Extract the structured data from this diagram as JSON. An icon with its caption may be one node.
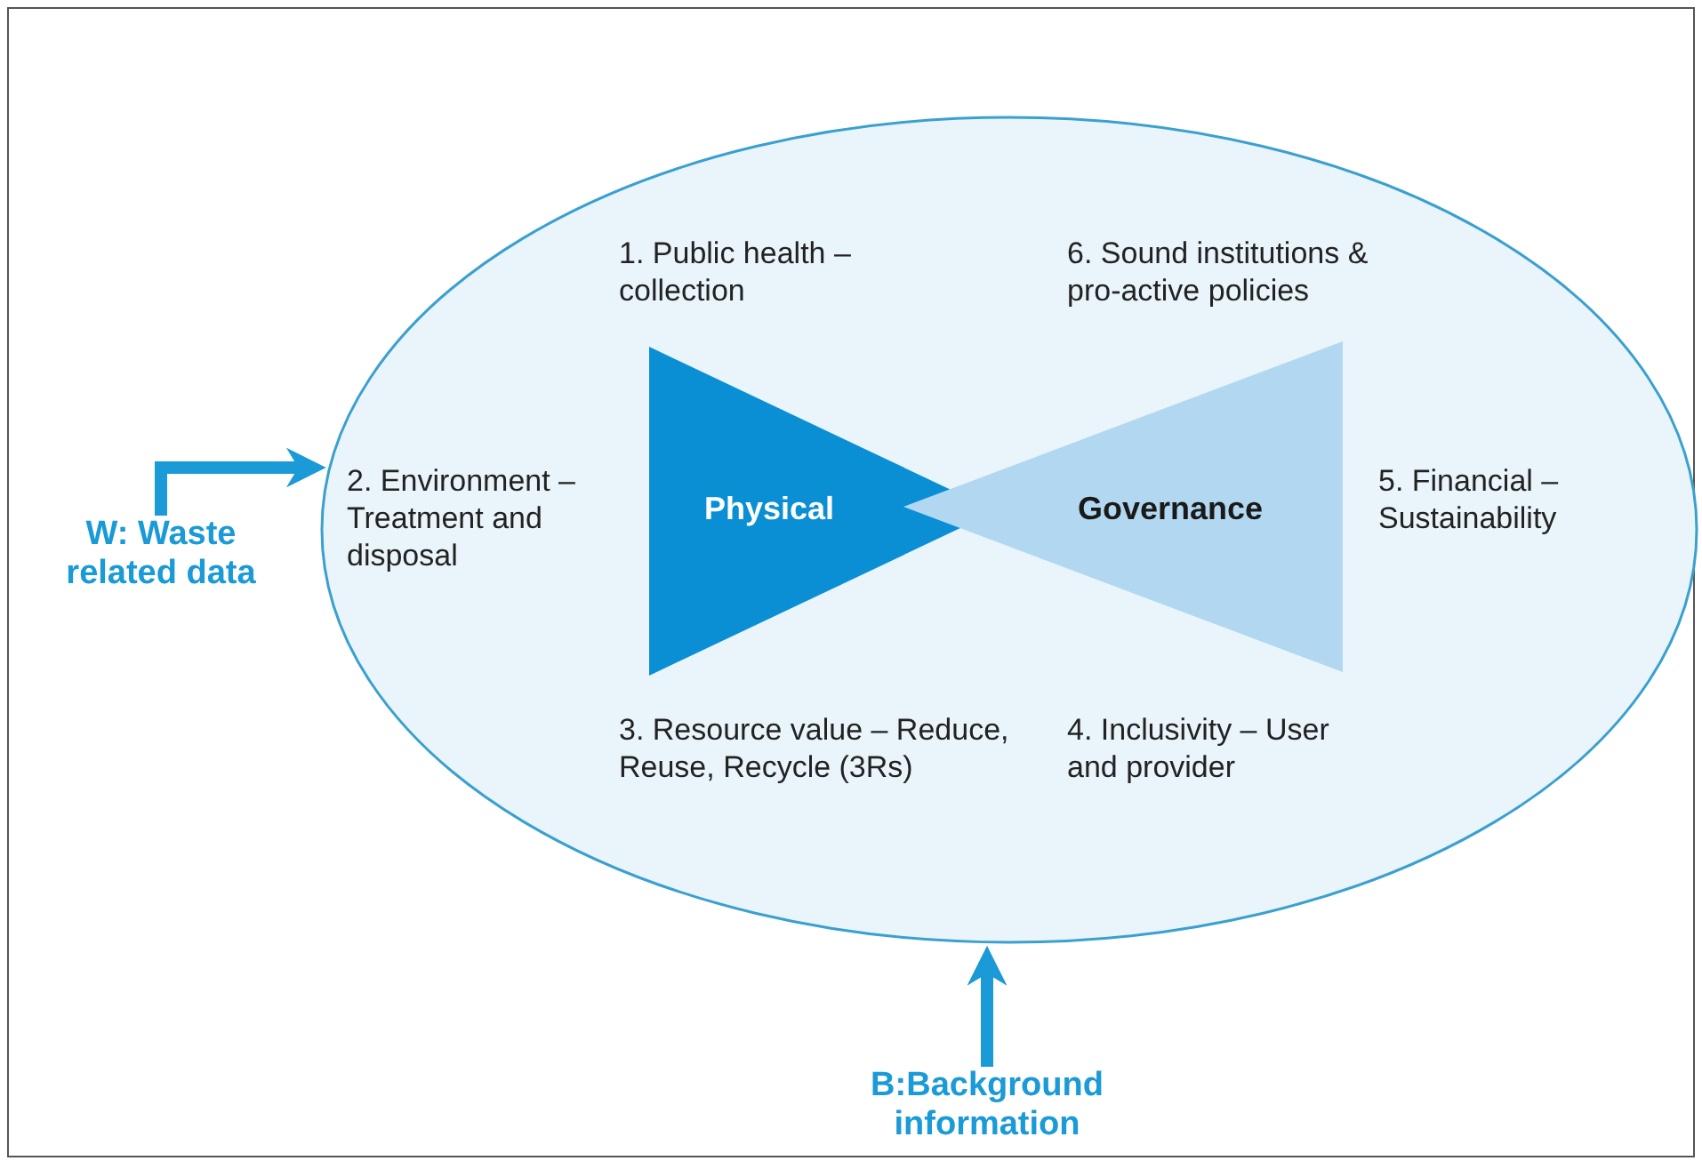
{
  "diagram": {
    "nodes": [
      {
        "text": [],
        "shape": "ellipse"
      },
      {
        "text": [
          "Physical"
        ],
        "in": 0
      },
      {
        "text": [
          "Governance"
        ],
        "in": 0
      },
      {
        "text": [
          "W: Waste related data"
        ]
      },
      {
        "text": [
          "B:Background information"
        ]
      }
    ],
    "edges": [
      {
        "from": 3,
        "to": 0,
        "arrow": "to"
      },
      {
        "from": 4,
        "to": 0,
        "arrow": "to"
      }
    ],
    "labels": [
      "1. Public health – collection",
      "6. Sound institutions & pro-active policies",
      "2. Environment – Treatment and disposal",
      "5. Financial – Sustainability",
      "3. Resource value – Reduce, Reuse, Recycle (3Rs)",
      "4. Inclusivity – User and provider"
    ]
  }
}
